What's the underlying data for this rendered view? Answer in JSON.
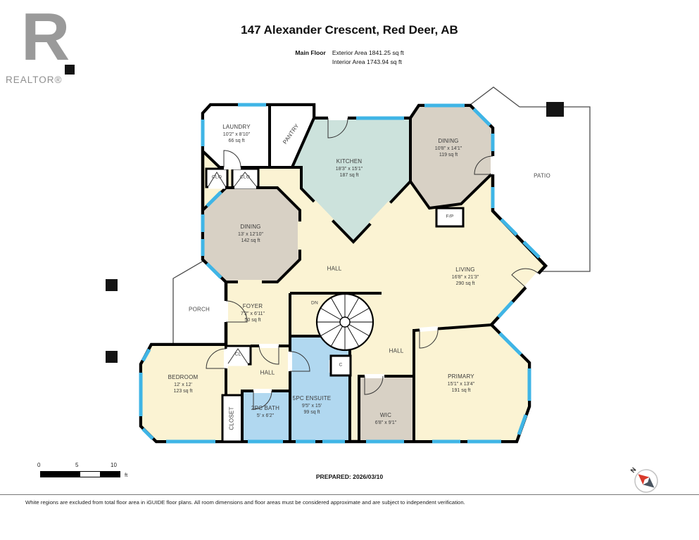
{
  "logo": {
    "letter": "R",
    "brand": "REALTOR®"
  },
  "header": {
    "title": "147 Alexander Crescent, Red Deer, AB",
    "floor_label": "Main Floor",
    "exterior_area": "Exterior Area 1841.25 sq ft",
    "interior_area": "Interior Area 1743.94 sq ft"
  },
  "rooms": {
    "laundry": {
      "name": "LAUNDRY",
      "dims": "10'2\" x 8'10\"",
      "area": "66 sq ft"
    },
    "pantry": {
      "name": "PANTRY"
    },
    "kitchen": {
      "name": "KITCHEN",
      "dims": "18'3\" x 15'1\"",
      "area": "187 sq ft"
    },
    "dining_upper": {
      "name": "DINING",
      "dims": "10'8\" x 14'1\"",
      "area": "119 sq ft"
    },
    "patio": {
      "name": "PATIO"
    },
    "clo_left": {
      "name": "CLO"
    },
    "clo_right": {
      "name": "CLO"
    },
    "dining_left": {
      "name": "DINING",
      "dims": "13' x 12'10\"",
      "area": "142 sq ft"
    },
    "hall_main": {
      "name": "HALL"
    },
    "living": {
      "name": "LIVING",
      "dims": "16'8\" x 21'3\"",
      "area": "290 sq ft"
    },
    "fireplace": {
      "name": "F/P"
    },
    "porch": {
      "name": "PORCH"
    },
    "foyer": {
      "name": "FOYER",
      "dims": "7'2\" x 6'11\"",
      "area": "50 sq ft"
    },
    "stairs": {
      "name": "DN"
    },
    "closet_cl": {
      "name": "CL"
    },
    "bedroom": {
      "name": "BEDROOM",
      "dims": "12' x 12'",
      "area": "123 sq ft"
    },
    "hall_bedroom": {
      "name": "HALL"
    },
    "bath": {
      "name": "2PC BATH",
      "dims": "5' x 6'2\""
    },
    "closet_vertical": {
      "name": "CLOSET"
    },
    "ensuite": {
      "name": "5PC ENSUITE",
      "dims": "9'5\" x 15'",
      "area": "99 sq ft"
    },
    "closet_c": {
      "name": "C"
    },
    "wic": {
      "name": "WIC",
      "dims": "6'8\" x 9'1\""
    },
    "hall_primary": {
      "name": "HALL"
    },
    "primary": {
      "name": "PRIMARY",
      "dims": "15'1\" x 13'4\"",
      "area": "191 sq ft"
    }
  },
  "scale_bar": {
    "tick0": "0",
    "tick5": "5",
    "tick10": "10",
    "unit": "ft"
  },
  "compass": {
    "label": "N"
  },
  "footer": {
    "prepared": "PREPARED: 2026/03/10",
    "disclaimer": "White regions are excluded from total floor area in iGUIDE floor plans. All room dimensions and floor areas must be considered approximate and are subject to independent verification."
  },
  "colors": {
    "wall": "#000000",
    "window": "#3FB5E6",
    "room_cream": "#FBF3D3",
    "room_tan": "#D8D1C5",
    "room_teal": "#CCE2DC",
    "room_blue": "#B1D8F0",
    "exterior_white": "#FFFFFF"
  }
}
